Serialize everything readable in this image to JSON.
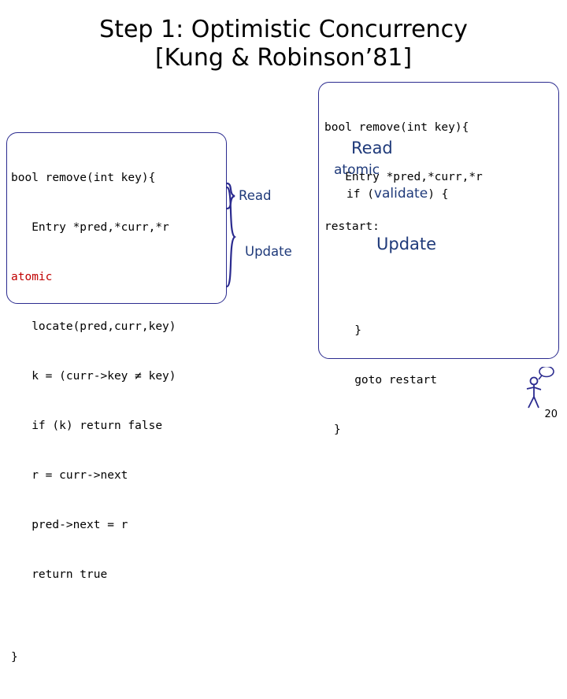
{
  "slide": {
    "title_line1": "Step 1: Optimistic Concurrency",
    "title_line2": "[Kung & Robinson’81]",
    "page_number": "20"
  },
  "left_code_box": {
    "lines": [
      {
        "text": "bool remove(int key){",
        "color": "black"
      },
      {
        "text": "   Entry *pred,*curr,*r",
        "color": "black"
      },
      {
        "text": "atomic",
        "color": "red"
      },
      {
        "text": "   locate(pred,curr,key)",
        "color": "black"
      },
      {
        "text": "   k = (curr->key ≠ key)",
        "color": "black"
      },
      {
        "text": "   if (k) return false",
        "color": "black"
      },
      {
        "text": "   r = curr->next",
        "color": "black"
      },
      {
        "text": "   pred->next = r",
        "color": "black"
      },
      {
        "text": "   return true",
        "color": "black"
      },
      {
        "text": "",
        "color": "black"
      },
      {
        "text": "}",
        "color": "black"
      }
    ]
  },
  "annotations": {
    "read_label": "Read",
    "update_label": "Update"
  },
  "right_code_box": {
    "header_lines": [
      "bool remove(int key){",
      "   Entry *pred,*curr,*r",
      "restart:"
    ],
    "read_label": "Read",
    "atomic_label": "atomic",
    "if_prefix": "if (",
    "validate_label": "validate",
    "if_suffix": ") {",
    "update_label": "Update",
    "tail_lines": [
      "   }",
      "   goto restart",
      "}"
    ]
  },
  "icons": {
    "stick_figure": "person-icon",
    "speech_bubble": "speech-bubble-icon"
  },
  "colors": {
    "box_border": "#2b2b8f",
    "code_red": "#c00000",
    "accent_blue": "#1f3a7a",
    "text_black": "#000000",
    "background": "#ffffff"
  }
}
